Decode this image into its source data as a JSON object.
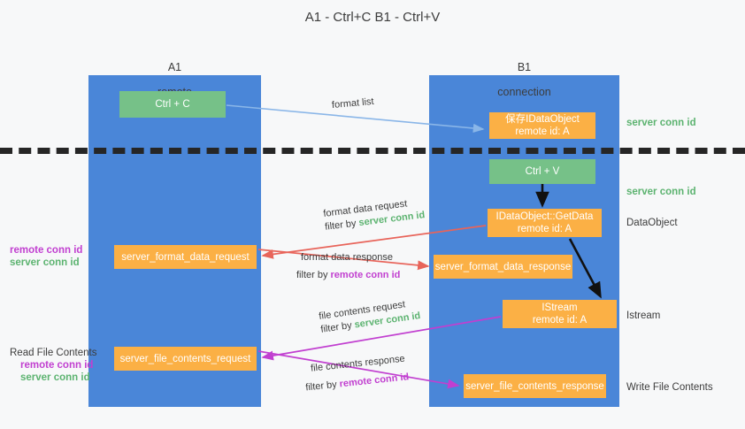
{
  "title": "A1 - Ctrl+C\nB1 - Ctrl+V",
  "colors": {
    "lane": "#4a86d8",
    "green_node": "#76c188",
    "orange_node": "#fbb045",
    "server_conn": "#5cb370",
    "remote_conn": "#c13fd0",
    "format_arrow": "#e8645a",
    "file_arrow": "#c13fd0",
    "format_list_arrow": "#8ab6e8",
    "flow_arrow": "#111111",
    "divider": "#262626"
  },
  "lanes": [
    {
      "id": "a1",
      "title": "A1",
      "subtitle": "remote"
    },
    {
      "id": "b1",
      "title": "B1",
      "subtitle": "connection"
    }
  ],
  "nodes": {
    "ctrl_c": {
      "label": "Ctrl + C"
    },
    "save_idataobject": {
      "line1": "保存IDataObject",
      "line2": "remote id: A"
    },
    "ctrl_v": {
      "label": "Ctrl + V"
    },
    "get_data": {
      "line1": "IDataObject::GetData",
      "line2": "remote id: A"
    },
    "istream": {
      "line1": "IStream",
      "line2": "remote id: A"
    },
    "server_format_data_request": {
      "label": "server_format_data_request"
    },
    "server_format_data_response": {
      "label": "server_format_data_response"
    },
    "server_file_contents_request": {
      "label": "server_file_contents_request"
    },
    "server_file_contents_response": {
      "label": "server_file_contents_response"
    }
  },
  "edges": {
    "format_list": {
      "label": "format list"
    },
    "format_data_request": {
      "line1": "format data request",
      "filter_prefix": "filter by ",
      "filter_value": "server conn id"
    },
    "format_data_response": {
      "line1": "format data response",
      "filter_prefix": "filter by ",
      "filter_value": "remote conn id"
    },
    "file_contents_request": {
      "line1": "file contents request",
      "filter_prefix": "filter by ",
      "filter_value": "server conn id"
    },
    "file_contents_response": {
      "line1": "file contents response",
      "filter_prefix": "filter by ",
      "filter_value": "remote conn id"
    }
  },
  "side_labels": {
    "server_conn_top": "server conn id",
    "server_conn_mid": "server conn id",
    "dataobject": "DataObject",
    "istream": "Istream",
    "write_file_contents": "Write File Contents",
    "read_file_contents": "Read File Contents",
    "remote_conn_id": "remote conn id",
    "server_conn_id": "server conn id"
  }
}
